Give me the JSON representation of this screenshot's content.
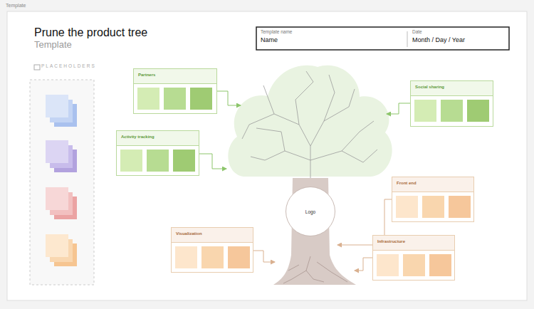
{
  "diagram": {
    "title": "Prune the product tree",
    "nodes": [
      {
        "text": [
          "Template name",
          "Name"
        ]
      },
      {
        "text": [
          "Date",
          "Month / Day / Year"
        ]
      },
      {
        "text": [
          "PLACEHOLDERS"
        ]
      },
      {
        "text": [
          "Partners"
        ]
      },
      {
        "text": [
          "Social sharing"
        ]
      },
      {
        "text": [
          "Activity tracking"
        ]
      },
      {
        "text": [
          "Front end"
        ]
      },
      {
        "text": [
          "Logo"
        ]
      },
      {
        "text": [
          "Visualization"
        ]
      },
      {
        "text": [
          "Infrastructure"
        ]
      }
    ],
    "labels": [
      "Template",
      "Template"
    ]
  }
}
